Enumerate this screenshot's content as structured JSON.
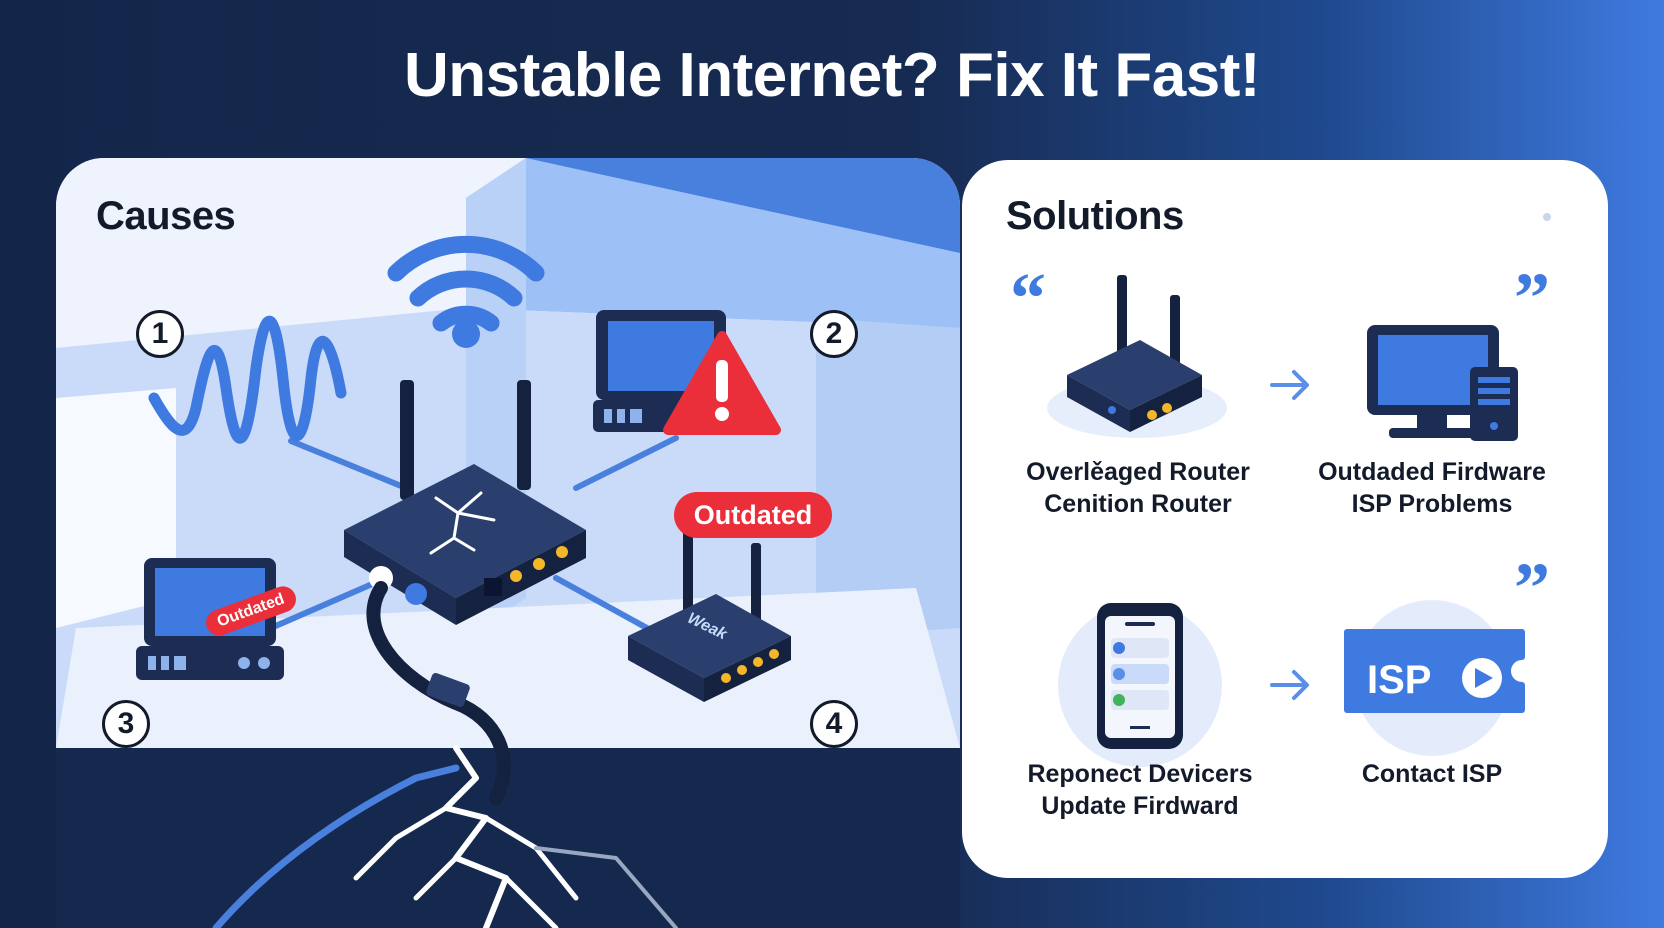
{
  "title": "Unstable Internet? Fix It Fast!",
  "causes": {
    "heading": "Causes",
    "markers": [
      "1",
      "2",
      "3",
      "4"
    ],
    "outdated_badge": "Outdated",
    "laptop_tag": "Outdated",
    "weak_router_tag": "Weak"
  },
  "solutions": {
    "heading": "Solutions",
    "items": [
      {
        "line1": "Overlěaged Router",
        "line2": "Cenition Router",
        "icon": "router-icon"
      },
      {
        "line1": "Outdaded Firdware",
        "line2": "ISP Problems",
        "icon": "desktop-computer-icon"
      },
      {
        "line1": "Reponect Devicers",
        "line2": "Update Firdward",
        "icon": "smartphone-icon"
      },
      {
        "line1": "Contact ISP",
        "line2": "",
        "icon": "isp-ticket-icon"
      }
    ],
    "isp_card_text": "ISP"
  },
  "colors": {
    "navy": "#13264a",
    "accent_blue": "#3f7ae0",
    "alert_red": "#ea2e3a",
    "device_dark": "#1d2c52",
    "led_yellow": "#f5b72a"
  }
}
